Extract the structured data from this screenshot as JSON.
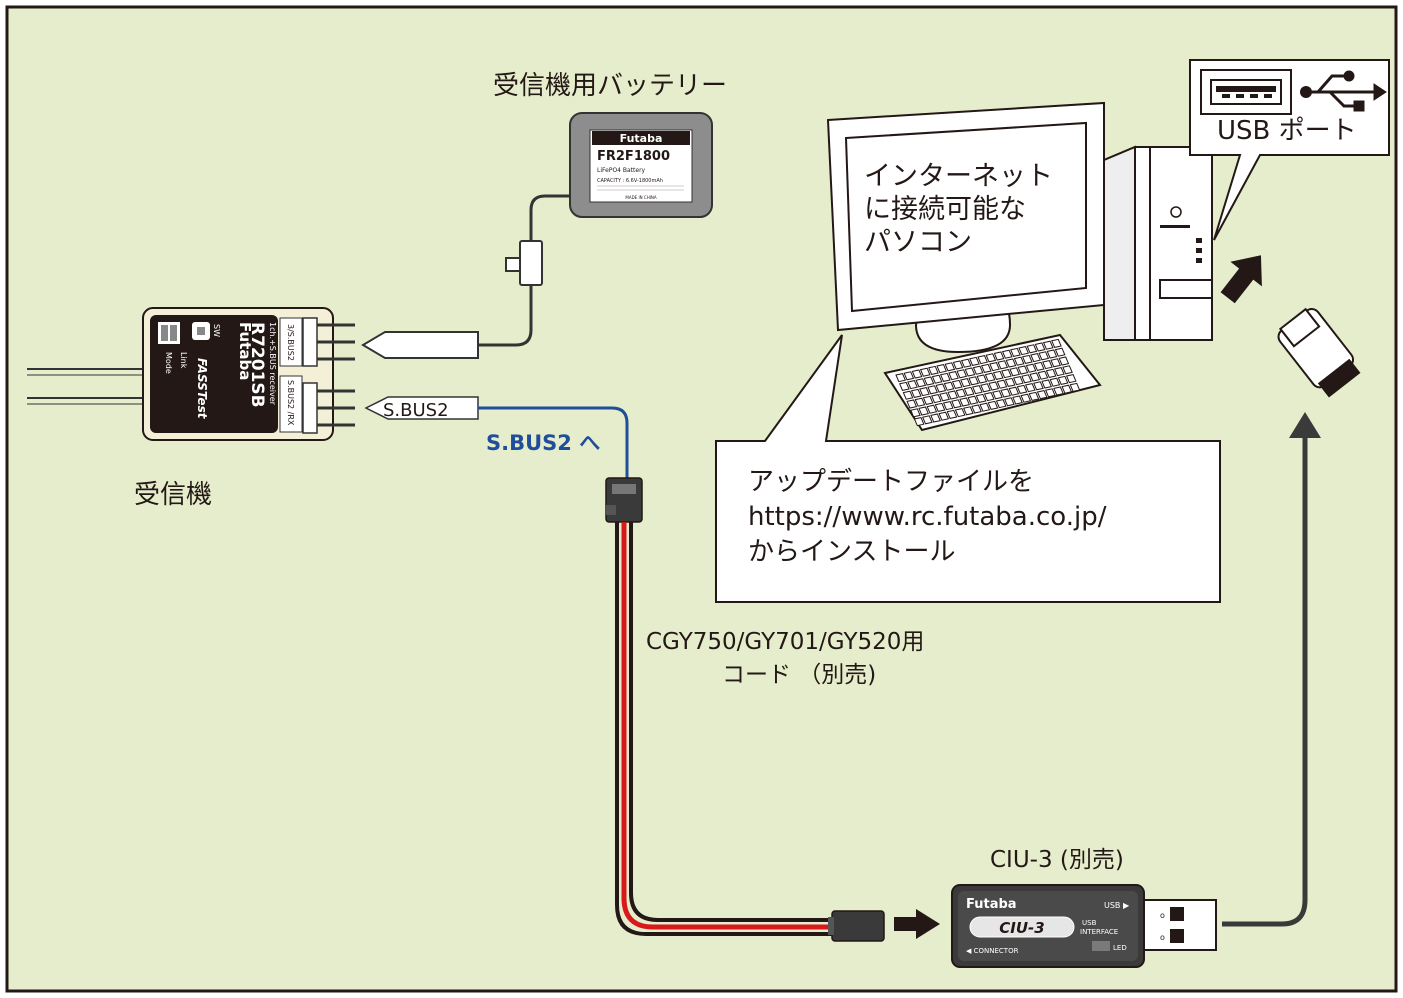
{
  "labels": {
    "battery": "受信機用バッテリー",
    "receiver": "受信機",
    "pc_line1": "インターネット",
    "pc_line2": "に接続可能な",
    "pc_line3": "パソコン",
    "usb_port": "USB ポート",
    "update_line1": "アップデートファイルを",
    "update_line2": "https://www.rc.futaba.co.jp/",
    "update_line3": "からインストール",
    "sbus_tag": "S.BUS2",
    "sbus_to": "S.BUS2 へ",
    "cable_line1": "CGY750/GY701/GY520用",
    "cable_line2": "コード （別売)",
    "ciu": "CIU-3 (別売)"
  },
  "battery_face": {
    "brand": "Futaba",
    "model": "FR2F1800",
    "type": "LiFePO4 Battery",
    "capacity": "CAPACITY : 6.6V-1800mAh",
    "made": "MADE IN CHINA"
  },
  "receiver_face": {
    "brand": "Futaba",
    "model": "R7201SB",
    "desc": "1ch.+S.BUS receiver",
    "port1": "3/S.BUS2",
    "port2": "S.BUS2 /RX",
    "sw": "SW",
    "link": "Link",
    "mode": "Mode",
    "logo": "FASSTest"
  },
  "ciu_face": {
    "brand": "Futaba",
    "model": "CIU-3",
    "usb": "USB ▶",
    "interface1": "USB",
    "interface2": "INTERFACE",
    "led": "LED",
    "connector": "◀ CONNECTOR"
  },
  "colors": {
    "background": "#e6edcc",
    "frame": "#231815",
    "sbus_wire": "#1f4e9a",
    "red_wire": "#d7191c"
  }
}
